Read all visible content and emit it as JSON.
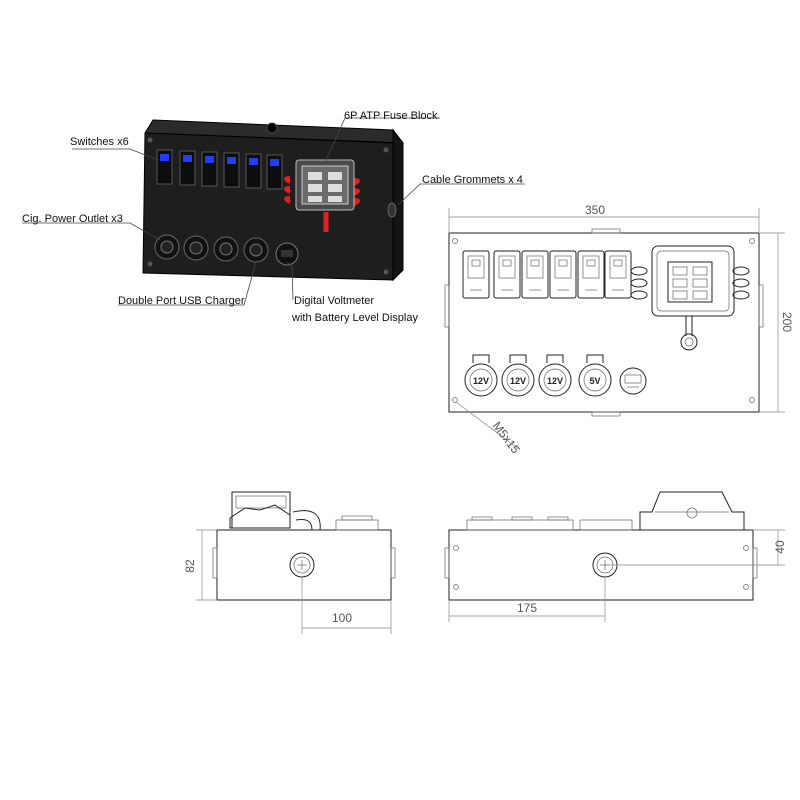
{
  "callouts": {
    "switches": "Switches x6",
    "fuse_block": "6P ATP Fuse Block",
    "grommets": "Cable Grommets x 4",
    "cig_outlet": "Cig. Power Outlet x3",
    "usb_charger": "Double Port USB Charger",
    "voltmeter_line1": "Digital Voltmeter",
    "voltmeter_line2": "with Battery Level Display"
  },
  "dimensions": {
    "width": "350",
    "height": "200",
    "screw": "M5x15",
    "side_height": "82",
    "side_offset": "100",
    "back_offset": "175",
    "back_depth": "40"
  },
  "socket_labels": [
    "12V",
    "12V",
    "12V",
    "5V"
  ],
  "colors": {
    "panel": "#1e1e1e",
    "switch_led": "#1f3cff",
    "fuse_red": "#e02020"
  }
}
